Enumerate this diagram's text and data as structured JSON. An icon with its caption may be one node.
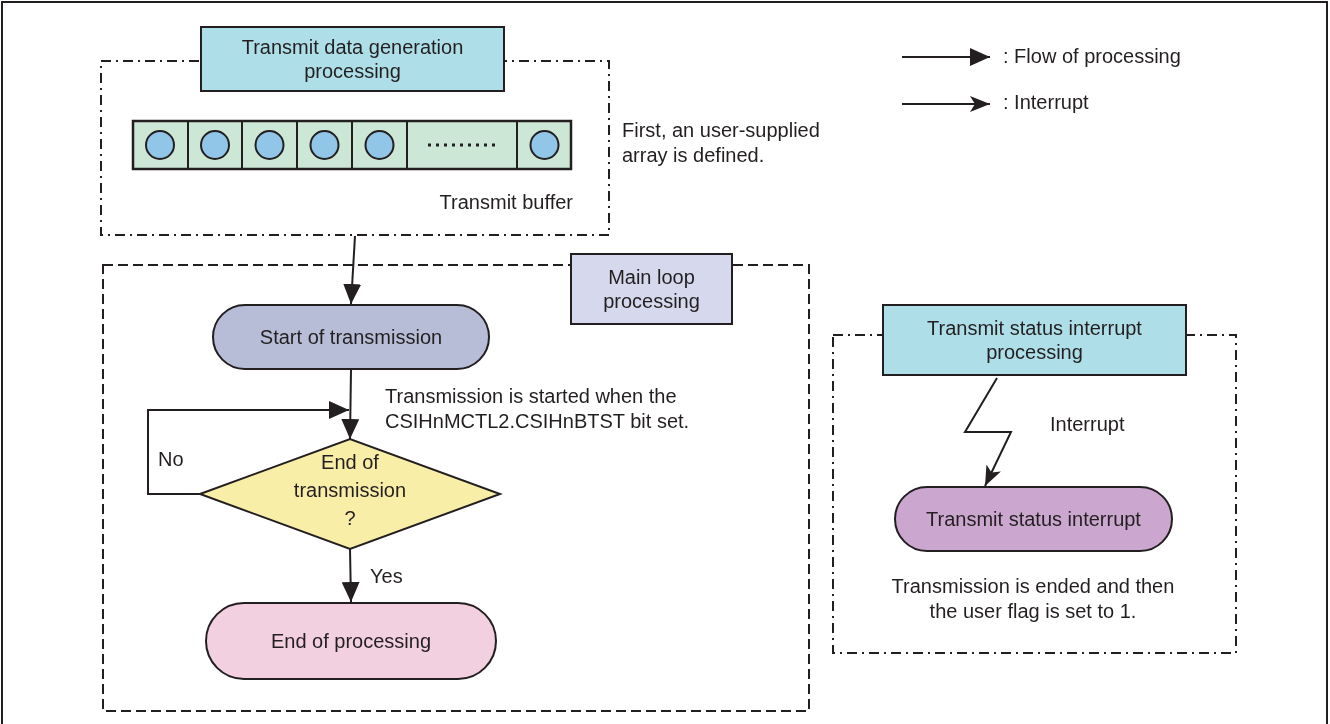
{
  "diagram": {
    "nodes": [
      {
        "text": [
          "Transmit data generation processing"
        ]
      },
      {
        "text": [],
        "shape": "bar",
        "in": 0,
        "beside": [
          "Transmit buffer"
        ]
      },
      {
        "text": [],
        "shape": "box"
      },
      {
        "text": [
          "Main loop processing"
        ]
      },
      {
        "text": [
          "Start of transmission"
        ],
        "in": 2,
        "beside": [
          "Transmission is started when the CSIHnMCTL2.CSIHnBTST bit set."
        ]
      },
      {
        "text": [
          "End of transmission ?"
        ],
        "in": 2
      },
      {
        "text": [
          "End of processing"
        ],
        "in": 2
      },
      {
        "text": [
          "Transmit status interrupt processing"
        ]
      },
      {
        "text": [
          "Transmit status interrupt"
        ],
        "in": 7,
        "beside": [
          "Transmission is ended and then the user flag is set to 1."
        ]
      }
    ],
    "edges": [
      {
        "from": 0,
        "to": 4,
        "arrow": "to"
      },
      {
        "from": 4,
        "to": 5,
        "arrow": "to"
      },
      {
        "from": 5,
        "to": 5,
        "arrow": "to",
        "label": "No"
      },
      {
        "from": 5,
        "to": 6,
        "arrow": "to",
        "label": "Yes"
      },
      {
        "from": 7,
        "to": 8,
        "arrow": "to",
        "label": "Interrupt"
      }
    ],
    "labels": [
      "First, an user-supplied array is defined."
    ],
    "legend": [
      {
        "text": ": Flow of processing"
      },
      {
        "text": ": Interrupt"
      }
    ]
  }
}
